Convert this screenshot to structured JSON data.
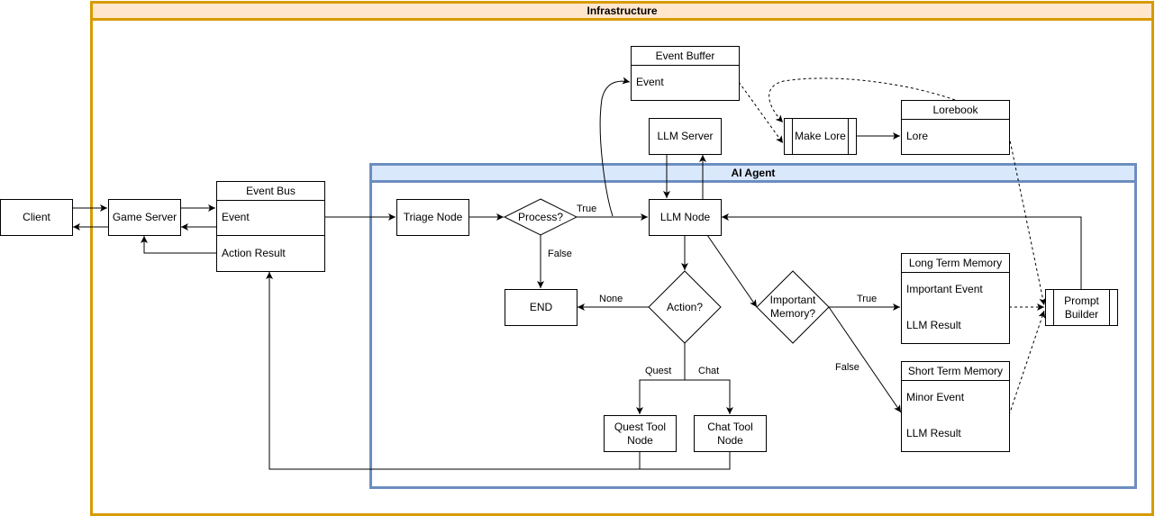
{
  "containers": {
    "infrastructure": "Infrastructure",
    "ai_agent": "AI Agent"
  },
  "nodes": {
    "client": "Client",
    "game_server": "Game Server",
    "triage_node": "Triage Node",
    "llm_server": "LLM Server",
    "llm_node": "LLM Node",
    "end": "END",
    "quest_tool_node": "Quest Tool Node",
    "chat_tool_node": "Chat Tool Node",
    "make_lore": "Make Lore",
    "prompt_builder": "Prompt Builder"
  },
  "tables": {
    "event_bus": {
      "title": "Event Bus",
      "rows": [
        "Event",
        "Action Result"
      ]
    },
    "event_buffer": {
      "title": "Event Buffer",
      "rows": [
        "Event"
      ]
    },
    "lorebook": {
      "title": "Lorebook",
      "rows": [
        "Lore"
      ]
    },
    "long_term_memory": {
      "title": "Long Term Memory",
      "rows": [
        "Important Event",
        "LLM Result"
      ]
    },
    "short_term_memory": {
      "title": "Short Term Memory",
      "rows": [
        "Minor Event",
        "LLM Result"
      ]
    }
  },
  "decisions": {
    "process": "Process?",
    "action": "Action?",
    "important_memory": "Important Memory?"
  },
  "edge_labels": {
    "process_true": "True",
    "process_false": "False",
    "action_none": "None",
    "action_quest": "Quest",
    "action_chat": "Chat",
    "memory_true": "True",
    "memory_false": "False"
  }
}
